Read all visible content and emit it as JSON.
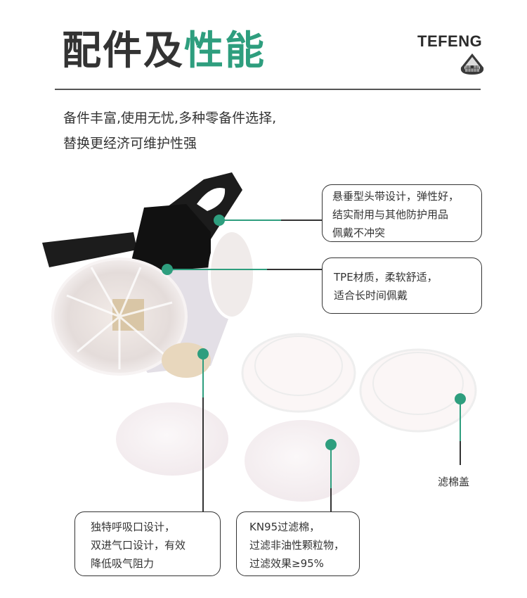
{
  "header": {
    "title_part1": "配件及",
    "title_part2": "性能",
    "subtitle_line1": "备件丰富,使用无忧,多种零备件选择,",
    "subtitle_line2": "替换更经济可维护性强"
  },
  "brand": {
    "logo_text": "TEFENG",
    "logo_icon": "half-mask-icon"
  },
  "colors": {
    "accent": "#2e9e7e",
    "text": "#333333",
    "line": "#333333"
  },
  "callouts": [
    {
      "id": "headband",
      "lines": [
        "悬垂型头带设计，弹性好，",
        "结实耐用与其他防护用品",
        "佩戴不冲突"
      ]
    },
    {
      "id": "material",
      "lines": [
        "TPE材质，柔软舒适，",
        "适合长时间佩戴"
      ]
    },
    {
      "id": "valve",
      "lines": [
        "独特呼吸口设计，",
        "双进气口设计，有效",
        "降低吸气阻力"
      ]
    },
    {
      "id": "filter",
      "lines": [
        "KN95过滤棉，",
        "过滤非油性颗粒物，",
        "过滤效果≥95%"
      ]
    },
    {
      "id": "cap",
      "label": "滤棉盖"
    }
  ]
}
